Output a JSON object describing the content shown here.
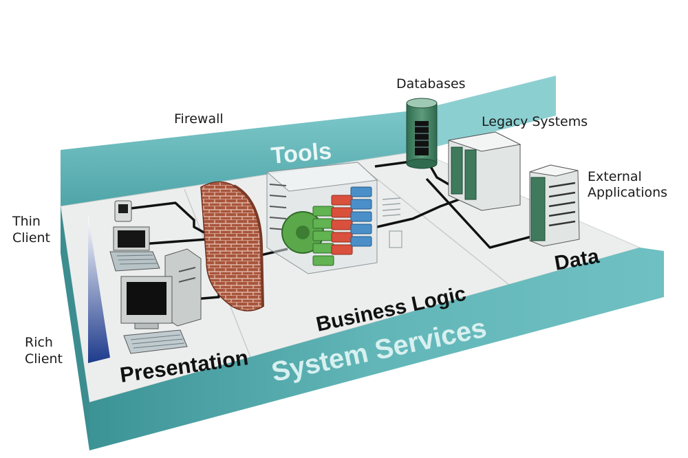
{
  "labels": {
    "databases": "Databases",
    "firewall": "Firewall",
    "legacy_systems": "Legacy Systems",
    "external_applications_line1": "External",
    "external_applications_line2": "Applications",
    "thin_client_line1": "Thin",
    "thin_client_line2": "Client",
    "rich_client_line1": "Rich",
    "rich_client_line2": "Client"
  },
  "platform": {
    "tools": "Tools",
    "system_services": "System Services"
  },
  "zones": {
    "presentation": "Presentation",
    "business_logic": "Business Logic",
    "data": "Data"
  },
  "colors": {
    "teal": "#5fb3b5",
    "teal_dark": "#2f8487",
    "floor": "#ecefee",
    "brick": "#a9553c",
    "server_green": "#3f7a5c",
    "gear_green": "#5aa84a",
    "block_red": "#d9503c",
    "block_blue": "#4a8fc8",
    "cable": "#111111",
    "gradient_blue": "#1d3a8c"
  }
}
